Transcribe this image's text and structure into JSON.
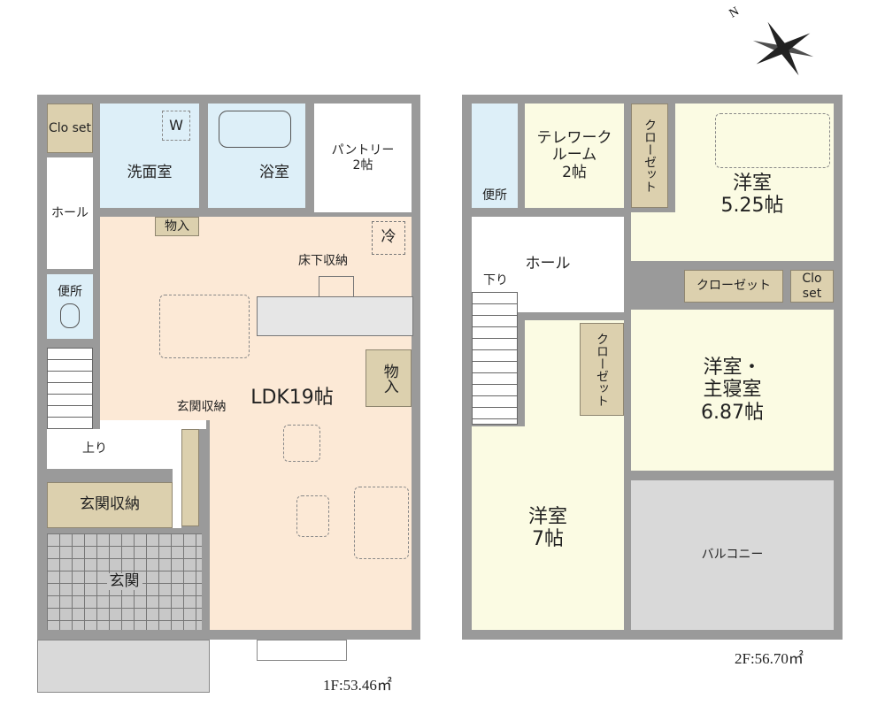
{
  "floor1": {
    "closet": "Clo set",
    "hall": "ホール",
    "washroom": "洗面室",
    "washer": "W",
    "bathroom": "浴室",
    "pantry": "パントリー",
    "pantry_size": "2帖",
    "storage_small": "物入",
    "fridge": "冷",
    "underfloor_storage": "床下収納",
    "toilet": "便所",
    "storage_tall": "物入",
    "ldk": "LDK19帖",
    "entrance_storage_label": "玄関収納",
    "up": "上り",
    "entrance_storage": "玄関収納",
    "entrance": "玄関",
    "area": "1F:53.46㎡"
  },
  "floor2": {
    "toilet": "便所",
    "telework": "テレワーク ルーム",
    "telework_size": "2帖",
    "closet_vertical": "クローゼット",
    "room1": "洋室",
    "room1_size": "5.25帖",
    "hall": "ホール",
    "down": "下り",
    "closet_horizontal": "クローゼット",
    "closet_small": "Clo set",
    "master": "洋室・ 主寝室",
    "master_size": "6.87帖",
    "closet_vertical2": "クローゼット",
    "room3": "洋室",
    "room3_size": "7帖",
    "balcony": "バルコニー",
    "area": "2F:56.70㎡"
  },
  "compass": {
    "label": "N"
  }
}
